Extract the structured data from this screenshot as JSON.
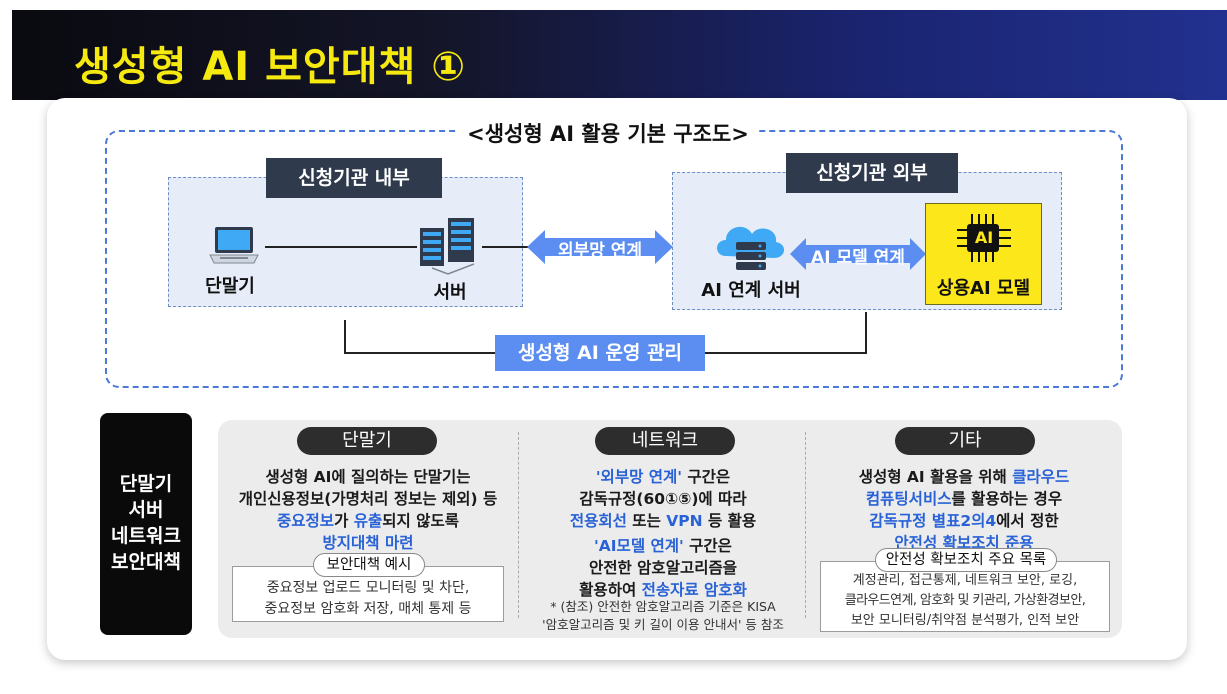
{
  "title": "생성형 AI 보안대책 ①",
  "diagram": {
    "title": "<생성형 AI 활용 기본 구조도>",
    "inside_label": "신청기관 내부",
    "outside_label": "신청기관 외부",
    "terminal_label": "단말기",
    "server_label": "서버",
    "external_link_label": "외부망 연계",
    "ai_server_label": "AI 연계 서버",
    "ai_model_link_label": "AI 모델 연계",
    "ai_chip_text": "AI",
    "commercial_model_label": "상용AI 모델",
    "management_label": "생성형 AI 운영 관리"
  },
  "side_box": {
    "lines": [
      "단말기",
      "서버",
      "네트워크",
      "보안대책"
    ]
  },
  "columns": {
    "terminal": {
      "title": "단말기",
      "l1": "생성형 AI에 질의하는 단말기는",
      "l2": "개인신용정보(가명처리 정보는 제외) 등",
      "l3a": "중요정보",
      "l3b": "가 ",
      "l3c": "유출",
      "l3d": "되지 않도록",
      "l4": "방지대책 마련",
      "example_title": "보안대책 예시",
      "example_l1": "중요정보 업로드 모니터링 및 차단,",
      "example_l2": "중요정보 암호화 저장, 매체 통제 등"
    },
    "network": {
      "title": "네트워크",
      "l1a": "'외부망 연계'",
      "l1b": " 구간은",
      "l2": "감독규정(60①⑤)에 따라",
      "l3a": "전용회선",
      "l3b": " 또는 ",
      "l3c": "VPN",
      "l3d": " 등 활용",
      "l4a": "'AI모델 연계'",
      "l4b": " 구간은",
      "l5": "안전한 암호알고리즘을",
      "l6a": "활용하여 ",
      "l6b": "전송자료 암호화",
      "note_l1": "* (참조) 안전한 암호알고리즘 기준은 KISA",
      "note_l2": "'암호알고리즘 및 키 길이 이용 안내서' 등 참조"
    },
    "etc": {
      "title": "기타",
      "l1a": "생성형 AI 활용을 위해 ",
      "l1b": "클라우드",
      "l2a": "컴퓨팅서비스",
      "l2b": "를 활용하는 경우",
      "l3a": "감독규정 별표2의4",
      "l3b": "에서 정한",
      "l4": "안전성 확보조치 준용",
      "example_title": "안전성 확보조치 주요 목록",
      "example_l1": "계정관리, 접근통제, 네트워크 보안, 로깅,",
      "example_l2": "클라우드연계, 암호화 및 키관리, 가상환경보안,",
      "example_l3": "보안 모니터링/취약점 분석평가, 인적 보안"
    }
  },
  "colors": {
    "title_yellow": "#f6e90f",
    "accent_blue": "#2962d6",
    "arrow_blue": "#5b8ef0",
    "chip_yellow": "#fce81a"
  }
}
